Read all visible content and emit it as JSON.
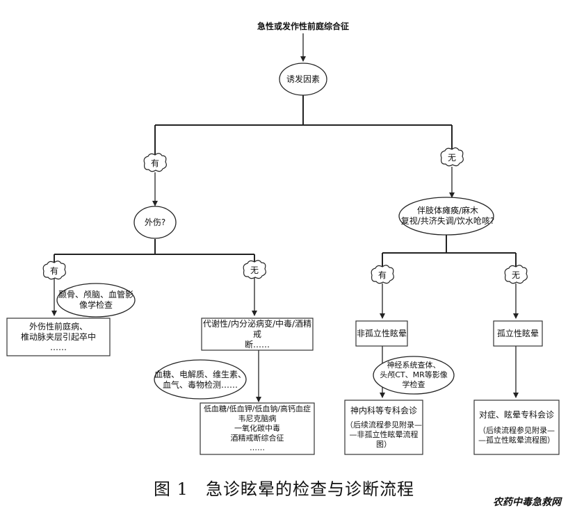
{
  "title": "急性或发作性前庭综合征",
  "trigger": "诱发因素",
  "yes": "有",
  "no": "无",
  "trauma": "外伤?",
  "trauma_yes_exam": "颞骨、颅脑、血管影\n像学检查",
  "trauma_yes_result": [
    "外伤性前庭病、",
    "椎动脉夹层引起卒中",
    "……"
  ],
  "trauma_no_result": [
    "代谢性/内分泌病变/中毒/酒精戒",
    "断……"
  ],
  "lab_tests": "血糖、电解质、维生素、\n血气、毒物检测……",
  "lab_result": [
    "低血糖/低血钾/低血钠/高钙血症",
    "韦尼克脑病",
    "一氧化碳中毒",
    "酒精戒断综合征",
    "……"
  ],
  "neuro_symptoms": "伴肢体瘫痪/麻木\n复视/共济失调/饮水呛咳?",
  "non_isolated": "非孤立性眩晕",
  "isolated": "孤立性眩晕",
  "neuro_exam": "神经系统查体、\n头颅CT、MR等影像\n学检查",
  "neuro_consult": "神内科等专科会诊",
  "neuro_followup": [
    "（后续流程参见附录—",
    "—非孤立性眩晕流程",
    "图）"
  ],
  "symptomatic": "对症、眩晕专科会诊",
  "isolated_followup": [
    "（后续流程参见附录—",
    "—孤立性眩晕流程图）"
  ],
  "caption": "图 1　急诊眩晕的检查与诊断流程",
  "watermark": "农药中毒急救网"
}
